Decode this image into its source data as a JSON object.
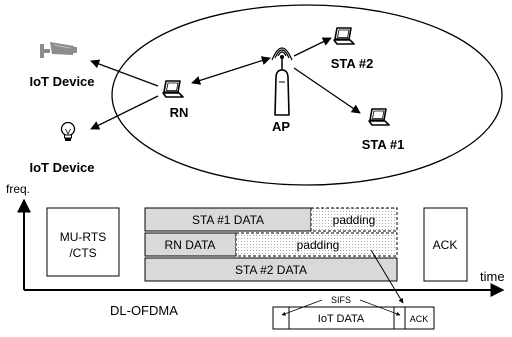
{
  "network": {
    "ap_label": "AP",
    "rn_label": "RN",
    "sta1_label": "STA #1",
    "sta2_label": "STA #2",
    "iot_camera_label": "IoT Device",
    "iot_bulb_label": "IoT Device"
  },
  "timeline": {
    "freq_label": "freq.",
    "time_label": "time",
    "mu_rts_line1": "MU-RTS",
    "mu_rts_line2": "/CTS",
    "sta1_data": "STA #1 DATA",
    "sta1_padding": "padding",
    "rn_data": "RN DATA",
    "rn_padding": "padding",
    "sta2_data": "STA #2 DATA",
    "ack": "ACK",
    "dl_ofdma": "DL-OFDMA",
    "sifs": "SIFS",
    "iot_data": "IoT DATA",
    "iot_ack": "ACK"
  },
  "icons": {
    "camera": "security-camera-icon",
    "bulb": "light-bulb-icon",
    "laptop": "laptop-icon",
    "ap": "access-point-icon"
  },
  "colors": {
    "data_fill": "#d9d9d9",
    "padding_dots": "#999999",
    "camera_gray": "#8c8c8c",
    "stroke": "#000000"
  }
}
